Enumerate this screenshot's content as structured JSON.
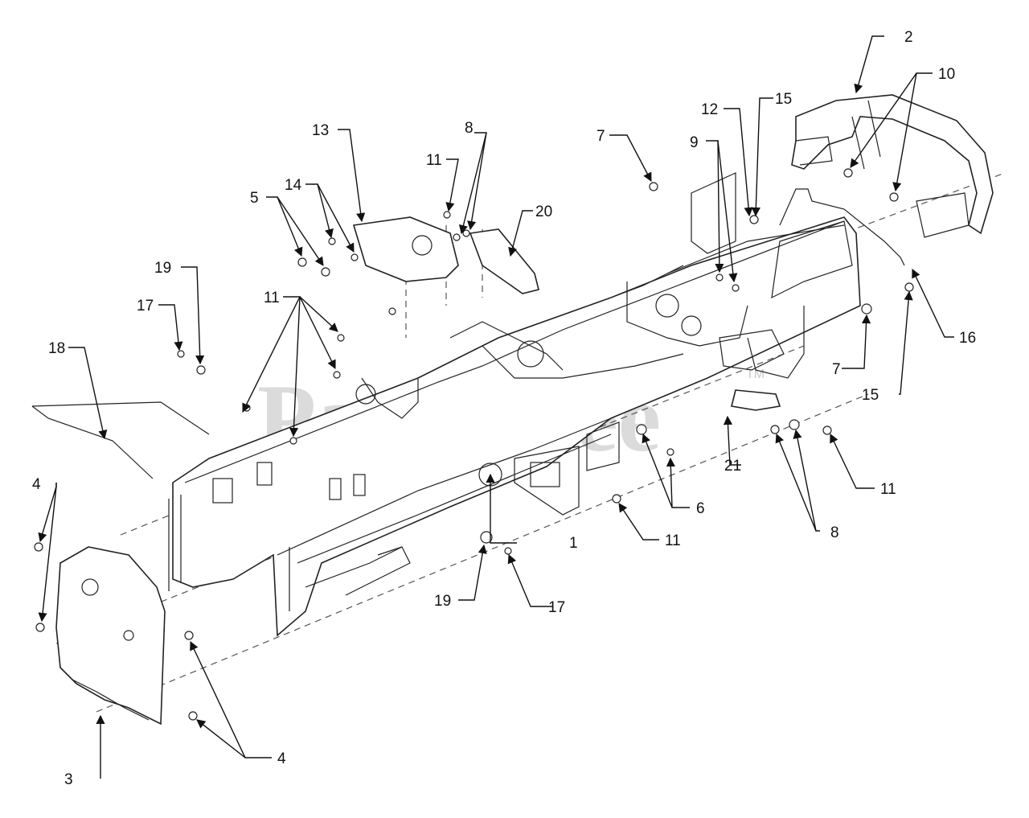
{
  "watermark": {
    "text": "PartsTree",
    "tm": "TM"
  },
  "labels": {
    "l1": "1",
    "l2": "2",
    "l3": "3",
    "l4a": "4",
    "l4b": "4",
    "l5": "5",
    "l6": "6",
    "l7a": "7",
    "l7b": "7",
    "l8a": "8",
    "l8b": "8",
    "l9": "9",
    "l10": "10",
    "l11a": "11",
    "l11b": "11",
    "l11c": "11",
    "l11d": "11",
    "l12": "12",
    "l13": "13",
    "l14": "14",
    "l15a": "15",
    "l15b": "15",
    "l16": "16",
    "l17a": "17",
    "l17b": "17",
    "l18": "18",
    "l19a": "19",
    "l19b": "19",
    "l20": "20",
    "l21": "21"
  }
}
